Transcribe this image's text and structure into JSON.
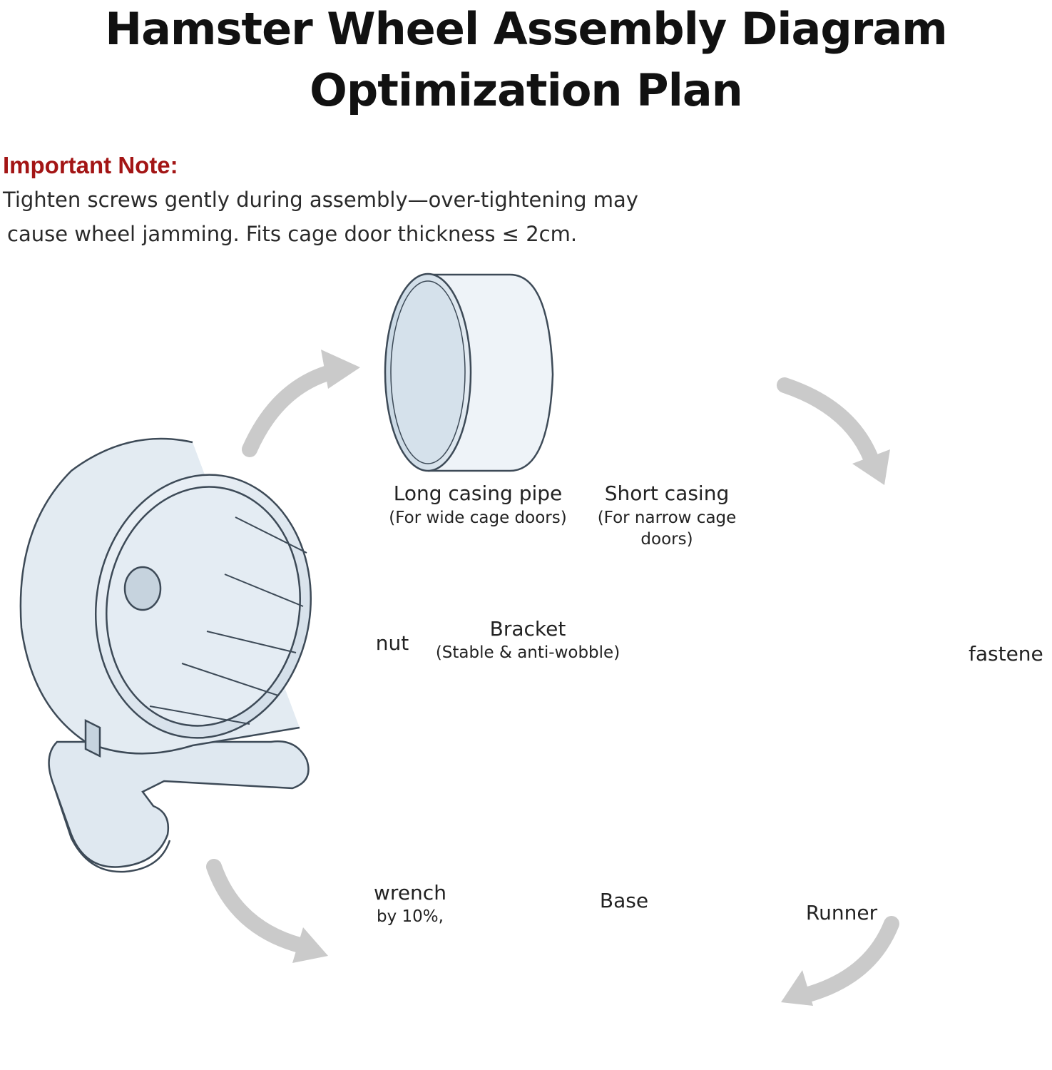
{
  "title": {
    "line1": "Hamster Wheel Assembly Diagram",
    "line2": "Optimization Plan"
  },
  "note": {
    "heading": "Important Note:",
    "line1": "Tighten screws gently during assembly—over-tightening may",
    "line2": "cause wheel jamming. Fits cage door thickness ≤ 2cm."
  },
  "parts": {
    "long_casing": {
      "label": "Long casing pipe",
      "sub": "(For wide cage doors)"
    },
    "short_casing": {
      "label": "Short casing",
      "sub1": "(For narrow cage",
      "sub2": "doors)"
    },
    "bracket": {
      "label": "Bracket",
      "sub": "(Stable & anti-wobble)"
    },
    "nut": {
      "label": "nut"
    },
    "fastener": {
      "label": "fastene"
    },
    "wrench": {
      "label": "wrench",
      "sub": "by 10%,"
    },
    "base": {
      "label": "Base"
    },
    "runner": {
      "label": "Runner"
    }
  },
  "colors": {
    "title": "#111111",
    "note_heading": "#a31515",
    "part_fill": "#dfe8f0",
    "part_stroke": "#3d4a57",
    "arrow": "#c9c9c9"
  }
}
